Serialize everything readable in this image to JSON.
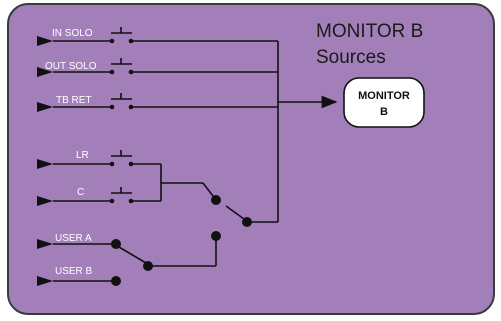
{
  "title": {
    "line1": "MONITOR B",
    "line2": "Sources"
  },
  "output_node": {
    "line1": "MONITOR",
    "line2": "B"
  },
  "inputs": [
    {
      "label": "IN SOLO"
    },
    {
      "label": "OUT SOLO"
    },
    {
      "label": "TB RET"
    },
    {
      "label": "LR"
    },
    {
      "label": "C"
    },
    {
      "label": "USER A"
    },
    {
      "label": "USER B"
    }
  ],
  "colors": {
    "panel_fill": "#a27fb9",
    "panel_border": "#3a3a3a",
    "wire": "#111111",
    "node_fill": "#ffffff",
    "label_text": "#ffffff",
    "title_text": "#1a1a1a"
  }
}
